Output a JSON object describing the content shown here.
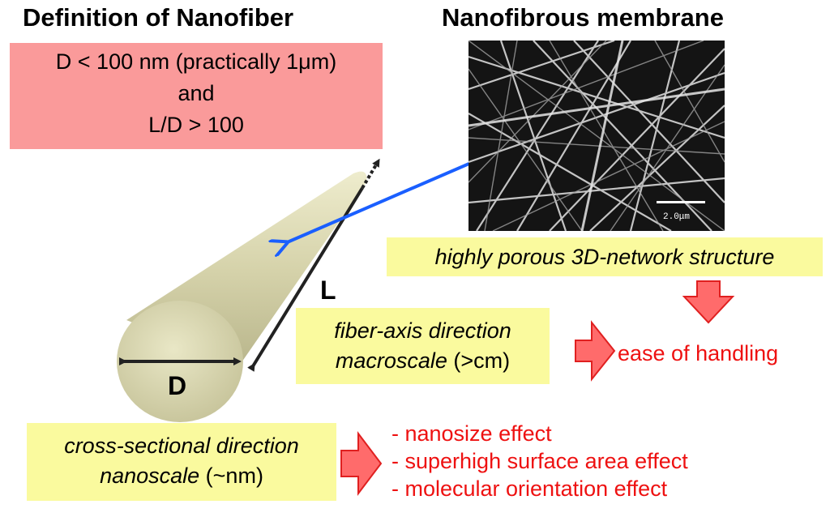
{
  "titles": {
    "definition": "Definition of Nanofiber",
    "membrane": "Nanofibrous membrane"
  },
  "definition_box": {
    "line1": "D < 100 nm (practically 1μm)",
    "line2": "and",
    "line3": "L/D > 100"
  },
  "labels": {
    "length": "L",
    "diameter": "D"
  },
  "porous_box": "highly porous 3D-network structure",
  "axis_box": {
    "line1": "fiber-axis direction",
    "line2_italic": "macroscale",
    "line2_rest": " (>cm)"
  },
  "cross_box": {
    "line1": "cross-sectional direction",
    "line2_italic": "nanoscale",
    "line2_rest": " (~nm)"
  },
  "result_handling": "ease of handling",
  "effects": [
    "- nanosize effect",
    "- superhigh surface area effect",
    "- molecular orientation effect"
  ],
  "sem_scale_label": "2.0μm",
  "colors": {
    "pink_box": "#fa9a9a",
    "yellow_box": "#fafa9e",
    "result_red": "#ee1111",
    "block_arrow": "#ff6b6b",
    "pointer_blue": "#1a5fff",
    "fiber": "#d8d6b0"
  }
}
